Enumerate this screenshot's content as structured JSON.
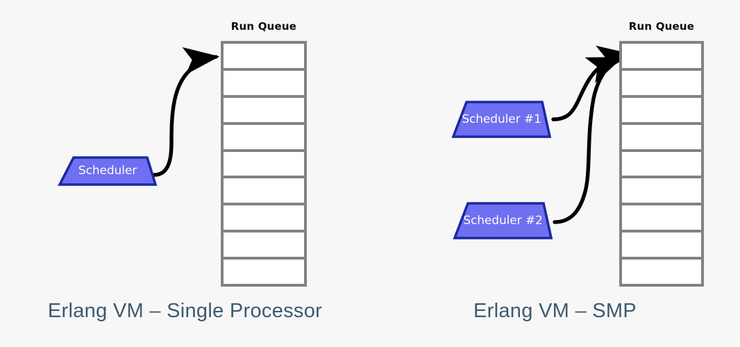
{
  "page": {
    "background_color": "#f7f7f7",
    "caption_color": "#3c5a6e",
    "queue_border_color": "#828282",
    "queue_cell_color": "#ffffff",
    "scheduler_fill_color": "#6f6ff2",
    "scheduler_border_color": "#1c2a9e",
    "scheduler_label_color": "#ffffff",
    "arrow_color": "#000000"
  },
  "diagrams": [
    {
      "id": "single-processor",
      "caption": "Erlang VM – Single Processor",
      "queue": {
        "title": "Run Queue",
        "cell_count": 9,
        "cells": [
          "",
          "",
          "",
          "",
          "",
          "",
          "",
          "",
          ""
        ]
      },
      "schedulers": [
        {
          "label": "Scheduler"
        }
      ],
      "arrows": [
        {
          "from": "Scheduler",
          "to": "Run Queue"
        }
      ]
    },
    {
      "id": "smp",
      "caption": "Erlang VM – SMP",
      "queue": {
        "title": "Run Queue",
        "cell_count": 9,
        "cells": [
          "",
          "",
          "",
          "",
          "",
          "",
          "",
          "",
          ""
        ]
      },
      "schedulers": [
        {
          "label": "Scheduler #1"
        },
        {
          "label": "Scheduler #2"
        }
      ],
      "arrows": [
        {
          "from": "Scheduler #1",
          "to": "Run Queue"
        },
        {
          "from": "Scheduler #2",
          "to": "Run Queue"
        }
      ]
    }
  ]
}
